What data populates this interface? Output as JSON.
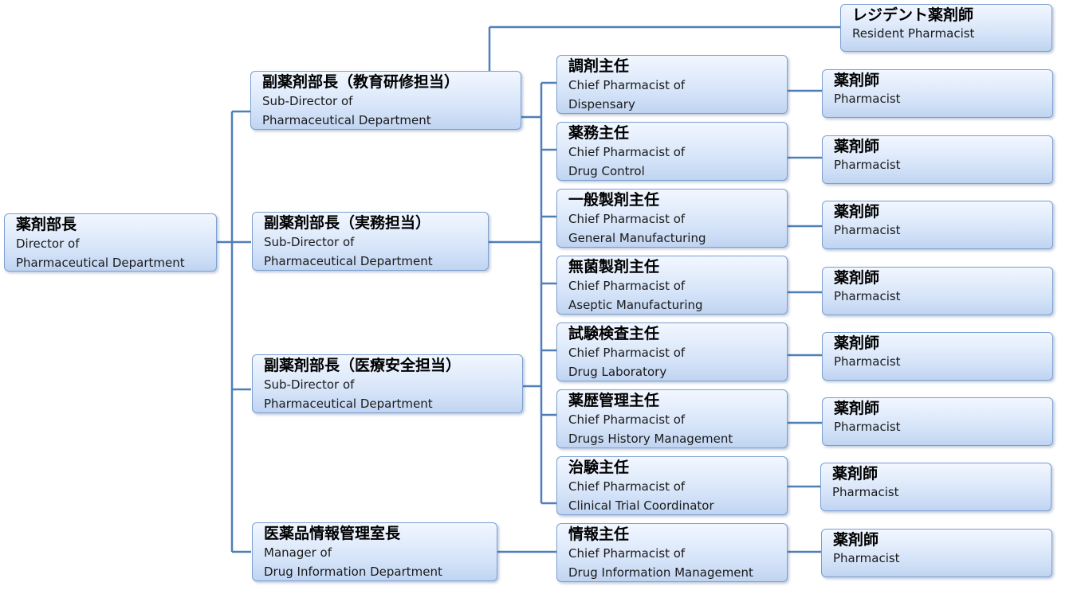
{
  "director": {
    "jp": "薬剤部長",
    "en1": "Director of",
    "en2": "Pharmaceutical Department"
  },
  "resident": {
    "jp": "レジデント薬剤師",
    "en1": "Resident Pharmacist"
  },
  "subdirectors": [
    {
      "jp": "副薬剤部長（教育研修担当）",
      "en1": "Sub-Director of",
      "en2": "Pharmaceutical Department"
    },
    {
      "jp": "副薬剤部長（実務担当）",
      "en1": "Sub-Director of",
      "en2": "Pharmaceutical Department"
    },
    {
      "jp": "副薬剤部長（医療安全担当）",
      "en1": "Sub-Director of",
      "en2": "Pharmaceutical Department"
    },
    {
      "jp": "医薬品情報管理室長",
      "en1": "Manager of",
      "en2": "Drug Information Department"
    }
  ],
  "chiefs": [
    {
      "jp": "調剤主任",
      "en1": "Chief Pharmacist of",
      "en2": "Dispensary"
    },
    {
      "jp": "薬務主任",
      "en1": "Chief Pharmacist of",
      "en2": "Drug Control"
    },
    {
      "jp": "一般製剤主任",
      "en1": "Chief Pharmacist of",
      "en2": "General Manufacturing"
    },
    {
      "jp": "無菌製剤主任",
      "en1": "Chief Pharmacist of",
      "en2": "Aseptic Manufacturing"
    },
    {
      "jp": "試験検査主任",
      "en1": "Chief Pharmacist of",
      "en2": "Drug Laboratory"
    },
    {
      "jp": "薬歴管理主任",
      "en1": "Chief Pharmacist of",
      "en2": "Drugs History Management"
    },
    {
      "jp": "治験主任",
      "en1": "Chief Pharmacist of",
      "en2": "Clinical Trial Coordinator"
    },
    {
      "jp": "情報主任",
      "en1": "Chief Pharmacist of",
      "en2": "Drug Information Management"
    }
  ],
  "pharmacist": {
    "jp": "薬剤師",
    "en1": "Pharmacist"
  },
  "colors": {
    "box_border": "#7b9fd0",
    "connector": "#4f7fb8",
    "box_fill_top": "#f2f7ff",
    "box_fill_bottom": "#c0d4f1"
  }
}
